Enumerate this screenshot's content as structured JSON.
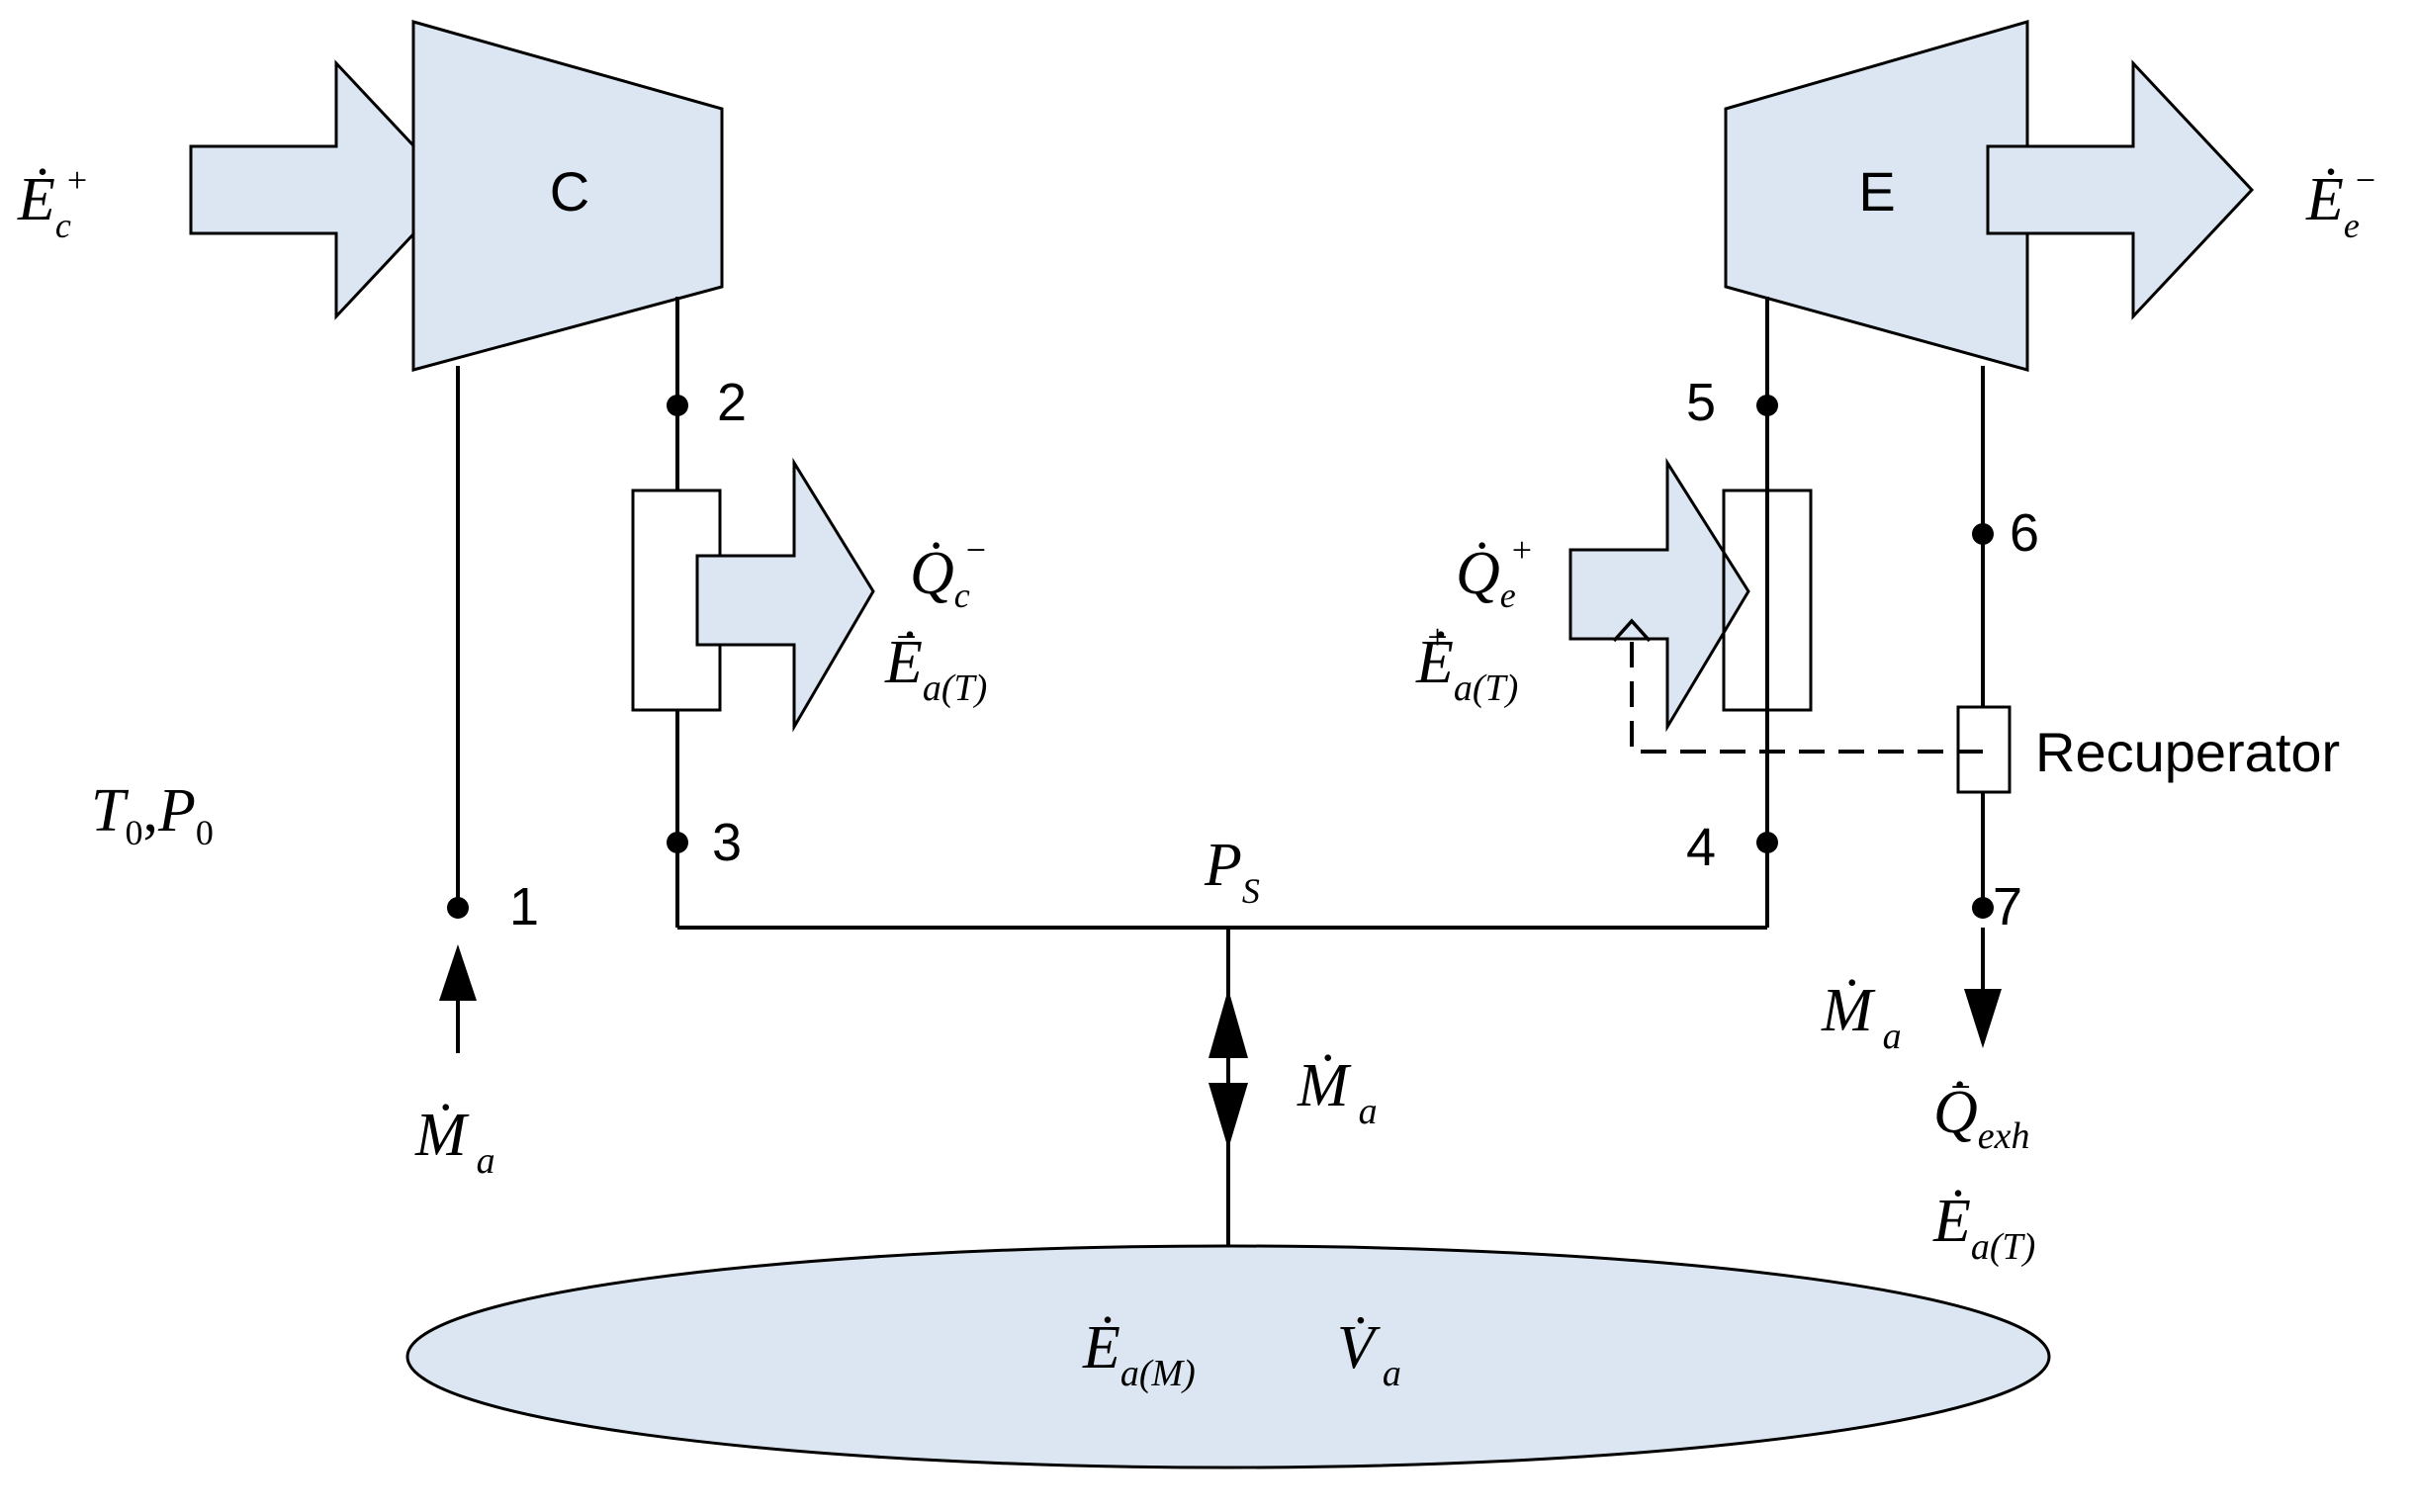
{
  "components": {
    "compressor": "C",
    "expander": "E",
    "recuperator": "Recuperator"
  },
  "nodes": [
    "1",
    "2",
    "3",
    "4",
    "5",
    "6",
    "7"
  ],
  "labels": {
    "ec_plus": {
      "base": "Ė",
      "sub": "c",
      "sup": "+"
    },
    "ee_minus": {
      "base": "Ė",
      "sub": "e",
      "sup": "−"
    },
    "qc_minus": {
      "base": "Q̇",
      "sub": "c",
      "sup": "−"
    },
    "eat_minus": {
      "base": "Ė",
      "sub": "a(T)",
      "sup": "−"
    },
    "qe_plus": {
      "base": "Q̇",
      "sub": "e",
      "sup": "+"
    },
    "eat_plus": {
      "base": "Ė",
      "sub": "a(T)",
      "sup": "+"
    },
    "t0p0": {
      "t": "T",
      "t_sub": "0",
      "sep": ",",
      "p": "P",
      "p_sub": "0"
    },
    "ps": {
      "base": "P",
      "sub": "S"
    },
    "ma_inlet": {
      "base": "Ṁ",
      "sub": "a"
    },
    "ma_storage": {
      "base": "Ṁ",
      "sub": "a"
    },
    "ma_outlet": {
      "base": "Ṁ",
      "sub": "a"
    },
    "qexh_minus": {
      "base": "Q̇",
      "sub": "exh",
      "sup": "−"
    },
    "eat_exhaust": {
      "base": "Ė",
      "sub": "a(T)"
    },
    "eam": {
      "base": "Ė",
      "sub": "a(M)"
    },
    "va": {
      "base": "V̇",
      "sub": "a"
    }
  }
}
